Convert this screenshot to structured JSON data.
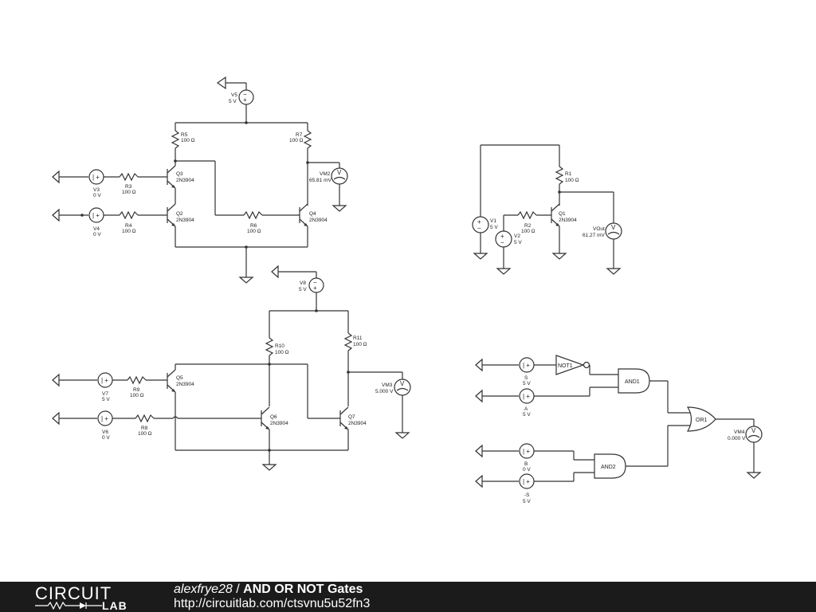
{
  "footer": {
    "brand_top": "CIRCUIT",
    "brand_bottom": "LAB",
    "author": "alexfrye28",
    "separator": " / ",
    "title": "AND OR NOT Gates",
    "url": "http://circuitlab.com/ctsvnu5u52fn3"
  },
  "labels": {
    "v5": "V5",
    "v5_val": "5 V",
    "r5": "R5",
    "r5_val": "100 Ω",
    "r7": "R7",
    "r7_val": "100 Ω",
    "q3": "Q3",
    "q3_part": "2N3904",
    "q2": "Q2",
    "q2_part": "2N3904",
    "q4": "Q4",
    "q4_part": "2N3904",
    "r3": "R3",
    "r3_val": "100 Ω",
    "r4": "R4",
    "r4_val": "100 Ω",
    "r6": "R6",
    "r6_val": "100 Ω",
    "v3": "V3",
    "v3_val": "0 V",
    "v4": "V4",
    "v4_val": "0 V",
    "vm2": "VM2",
    "vm2_val": "65.81 mV",
    "v1": "V1",
    "v1_val": "5 V",
    "v2": "V2",
    "v2_val": "5 V",
    "r1": "R1",
    "r1_val": "100 Ω",
    "r2": "R2",
    "r2_val": "100 Ω",
    "q1": "Q1",
    "q1_part": "2N3904",
    "vout": "VOut",
    "vout_val": "61.27 mV",
    "v8": "V8",
    "v8_val": "5 V",
    "r10": "R10",
    "r10_val": "100 Ω",
    "r11": "R11",
    "r11_val": "100 Ω",
    "q5": "Q5",
    "q5_part": "2N3904",
    "q6": "Q6",
    "q6_part": "2N3904",
    "q7": "Q7",
    "q7_part": "2N3904",
    "r9": "R9",
    "r9_val": "100 Ω",
    "r8": "R8",
    "r8_val": "100 Ω",
    "v7": "V7",
    "v7_val": "5 V",
    "v6": "V6",
    "v6_val": "0 V",
    "vm3": "VM3",
    "vm3_val": "5.000 V",
    "s": "S",
    "s_val": "5 V",
    "a": "A",
    "a_val": "5 V",
    "b": "B",
    "b_val": "0 V",
    "ns": "-S",
    "ns_val": "5 V",
    "not1": "NOT1",
    "and1": "AND1",
    "and2": "AND2",
    "or1": "OR1",
    "vm4": "VM4",
    "vm4_val": "0.000 V"
  }
}
